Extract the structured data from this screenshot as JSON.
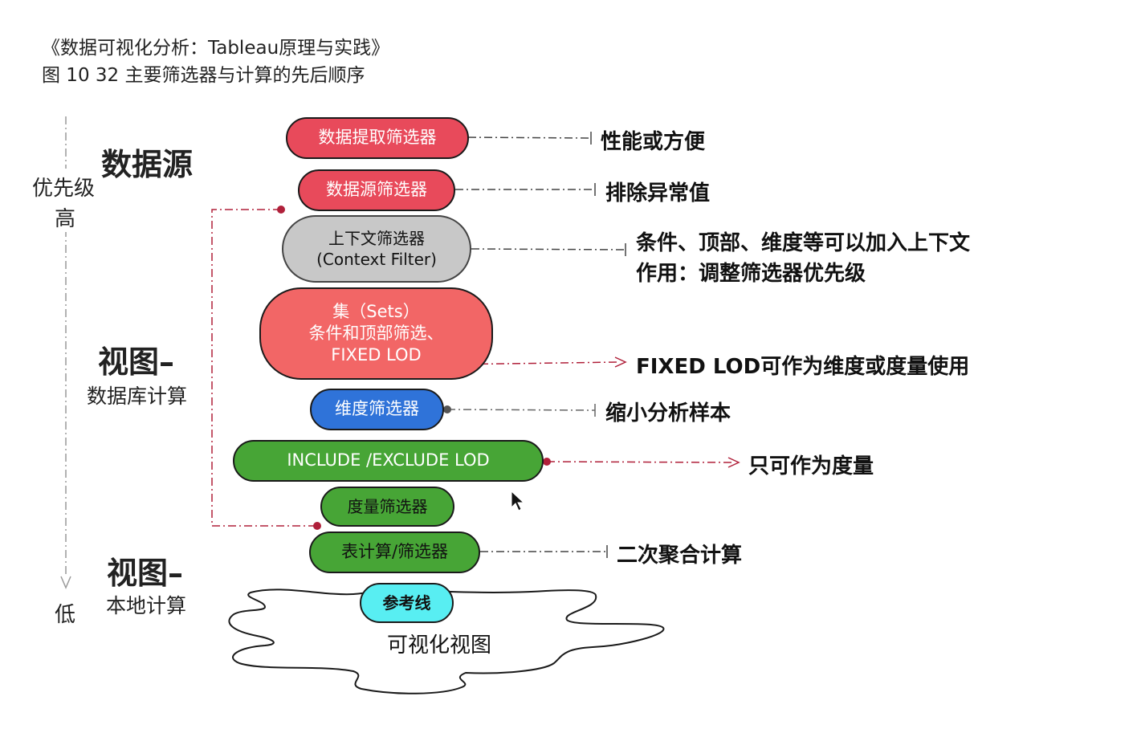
{
  "header": {
    "book_title": "《数据可视化分析：Tableau原理与实践》",
    "figure_caption": "图 10 32 主要筛选器与计算的先后顺序"
  },
  "side_labels": {
    "data_source": "数据源",
    "priority": "优先级",
    "high": "高",
    "low": "低",
    "view_db_title": "视图–",
    "view_db_sub": "数据库计算",
    "view_local_title": "视图–",
    "view_local_sub": "本地计算"
  },
  "filters": {
    "extract_filter": "数据提取筛选器",
    "datasource_filter": "数据源筛选器",
    "context_filter_line1": "上下文筛选器",
    "context_filter_line2": "(Context Filter)",
    "sets_line1": "集（Sets）",
    "sets_line2": "条件和顶部筛选、",
    "sets_line3": "FIXED LOD",
    "dimension_filter": "维度筛选器",
    "include_exclude_lod": "INCLUDE /EXCLUDE LOD",
    "measure_filter": "度量筛选器",
    "table_calc_filter": "表计算/筛选器",
    "reference_line": "参考线",
    "visual_view": "可视化视图"
  },
  "notes": {
    "extract": "性能或方便",
    "datasource": "排除异常值",
    "context_line1": "条件、顶部、维度等可以加入上下文",
    "context_line2": "作用：调整筛选器优先级",
    "fixed_lod": "FIXED LOD可作为维度或度量使用",
    "dimension": "缩小分析样本",
    "include_exclude": "只可作为度量",
    "table_calc": "二次聚合计算"
  },
  "colors": {
    "red": "#e84a5b",
    "gray": "#c8c8c8",
    "coral": "#f26666",
    "blue": "#2f73d9",
    "green": "#47a536",
    "cyan": "#58eef2",
    "connector_dark": "#444444",
    "connector_red": "#b0203a"
  }
}
